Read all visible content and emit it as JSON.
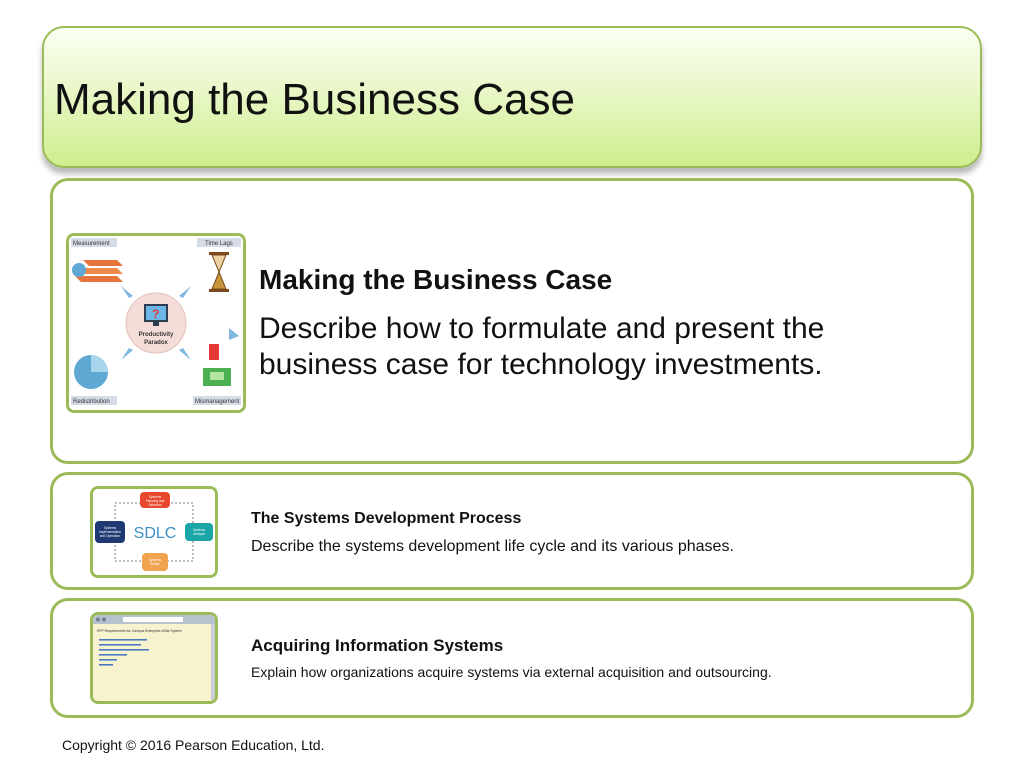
{
  "slide": {
    "title": "Making the Business Case"
  },
  "cards": [
    {
      "heading": "Making the Business Case",
      "description": "Describe how to formulate and present the business case for technology investments.",
      "figure": {
        "center_line1": "Productivity",
        "center_line2": "Paradox",
        "labels": [
          "Measurement",
          "Time Lags",
          "Redistribution",
          "Mismanagement"
        ]
      }
    },
    {
      "heading": "The Systems Development Process",
      "description": "Describe the systems development life cycle and its various phases.",
      "figure": {
        "center": "SDLC",
        "phase_top_1": "Systems",
        "phase_top_2": "Planning and",
        "phase_top_3": "Selection",
        "phase_right_1": "Systems",
        "phase_right_2": "Analysis",
        "phase_bottom_1": "Systems",
        "phase_bottom_2": "Design",
        "phase_left_1": "Systems",
        "phase_left_2": "Implementation",
        "phase_left_3": "and Operation"
      }
    },
    {
      "heading": "Acquiring Information Systems",
      "description": "Explain how organizations acquire systems via external acquisition and outsourcing.",
      "figure": {
        "doc_title": "RFP Requirements for Campus Enterprise-Wide System"
      }
    }
  ],
  "footer": {
    "copyright": "Copyright © 2016 Pearson Education, Ltd."
  },
  "colors": {
    "accent_border": "#9bbb59",
    "title_gradient_light": "#fbfff2",
    "title_gradient_dark": "#cfee8c",
    "sdlc_red": "#e8482e",
    "sdlc_teal": "#1aa6a6",
    "sdlc_orange": "#f2a34f",
    "sdlc_navy": "#1f3a73"
  }
}
